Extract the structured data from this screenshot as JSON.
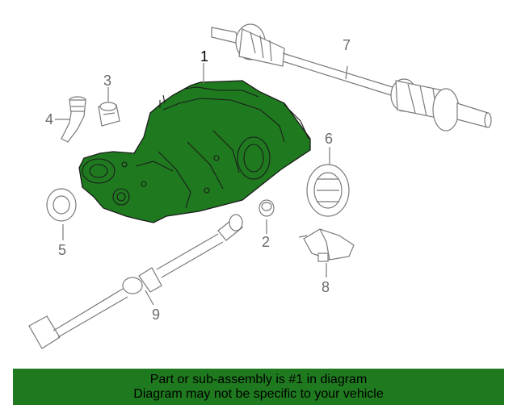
{
  "callouts": {
    "c1": "1",
    "c2": "2",
    "c3": "3",
    "c4": "4",
    "c5": "5",
    "c6": "6",
    "c7": "7",
    "c8": "8",
    "c9": "9"
  },
  "highlight_color": "#1f7a1f",
  "banner": {
    "line1": "Part or sub-assembly is #1 in diagram",
    "line2": "Diagram may not be specific to your vehicle"
  }
}
